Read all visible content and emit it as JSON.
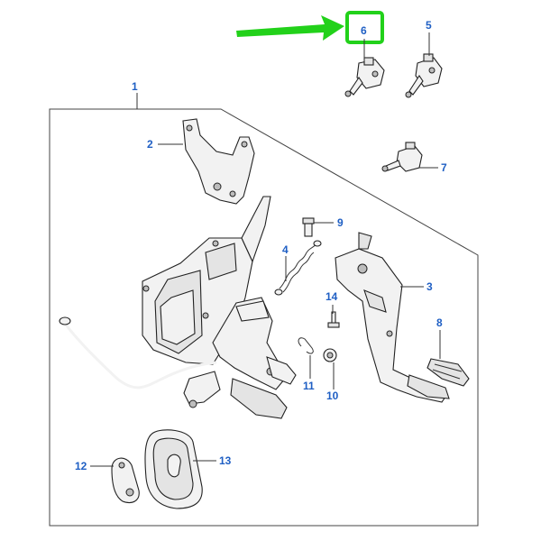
{
  "diagram": {
    "callouts": [
      {
        "id": "c1",
        "label": "1"
      },
      {
        "id": "c2",
        "label": "2"
      },
      {
        "id": "c3",
        "label": "3"
      },
      {
        "id": "c4",
        "label": "4"
      },
      {
        "id": "c5",
        "label": "5"
      },
      {
        "id": "c6",
        "label": "6"
      },
      {
        "id": "c7",
        "label": "7"
      },
      {
        "id": "c8",
        "label": "8"
      },
      {
        "id": "c9",
        "label": "9"
      },
      {
        "id": "c10",
        "label": "10"
      },
      {
        "id": "c11",
        "label": "11"
      },
      {
        "id": "c12",
        "label": "12"
      },
      {
        "id": "c13",
        "label": "13"
      },
      {
        "id": "c14",
        "label": "14"
      }
    ],
    "highlight": {
      "callout": "6",
      "color": "#22d11a"
    },
    "label_color": "#1f5fc4"
  }
}
